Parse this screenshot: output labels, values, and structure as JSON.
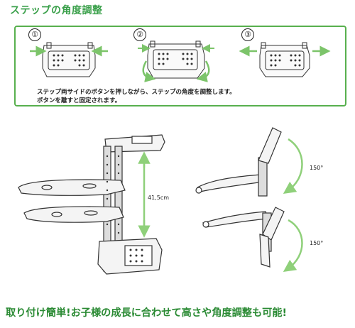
{
  "title": "ステップの角度調整",
  "steps": [
    {
      "num": "①"
    },
    {
      "num": "②"
    },
    {
      "num": "③"
    }
  ],
  "instructions": [
    "ステップ両サイドのボタンを押しながら、ステップの角度を調整します。",
    "ボタンを離すと固定されます。"
  ],
  "height_label": "41,5cm",
  "angle_label_top": "150°",
  "angle_label_bottom": "150°",
  "bottom_text": "取り付け簡単!お子様の成長に合わせて高さや角度調整も可能!",
  "colors": {
    "accent": "#3aa04a",
    "arrow": "#8fd07a",
    "border": "#58b04e"
  }
}
